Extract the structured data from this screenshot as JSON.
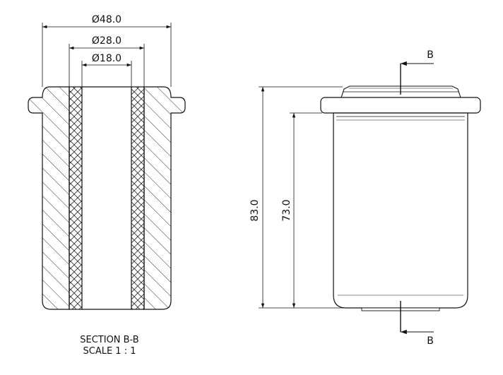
{
  "dimensions": {
    "outer_diameter": "48.0",
    "middle_diameter": "28.0",
    "inner_diameter": "18.0",
    "overall_height": "83.0",
    "body_height": "73.0",
    "diameter_symbol": "Ø"
  },
  "section_marker": {
    "top_label": "B",
    "bottom_label": "B"
  },
  "caption": {
    "section": "SECTION B-B",
    "scale": "SCALE 1 : 1"
  },
  "colors": {
    "line": "#111111",
    "hatch": "#333333",
    "background": "#ffffff"
  }
}
